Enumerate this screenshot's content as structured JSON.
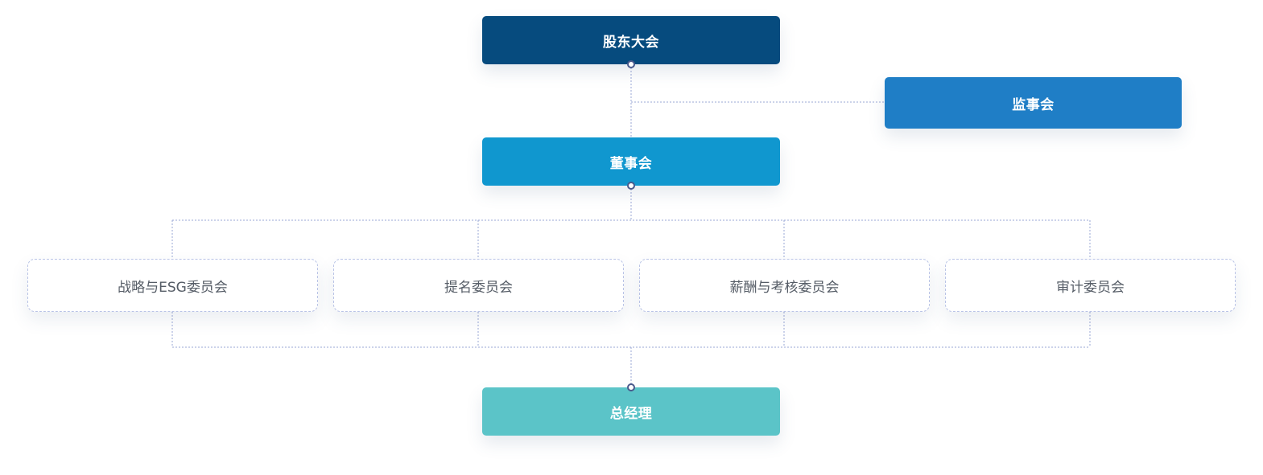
{
  "colors": {
    "shareholders": "#064b7e",
    "supervisory": "#1f7ec6",
    "board": "#1097cf",
    "general_manager": "#5bc4c8",
    "committee_border": "#b9c3e6",
    "connector": "#9aa7d6"
  },
  "org": {
    "shareholders": "股东大会",
    "supervisory_board": "监事会",
    "board": "董事会",
    "committees": [
      "战略与ESG委员会",
      "提名委员会",
      "薪酬与考核委员会",
      "审计委员会"
    ],
    "general_manager": "总经理"
  }
}
